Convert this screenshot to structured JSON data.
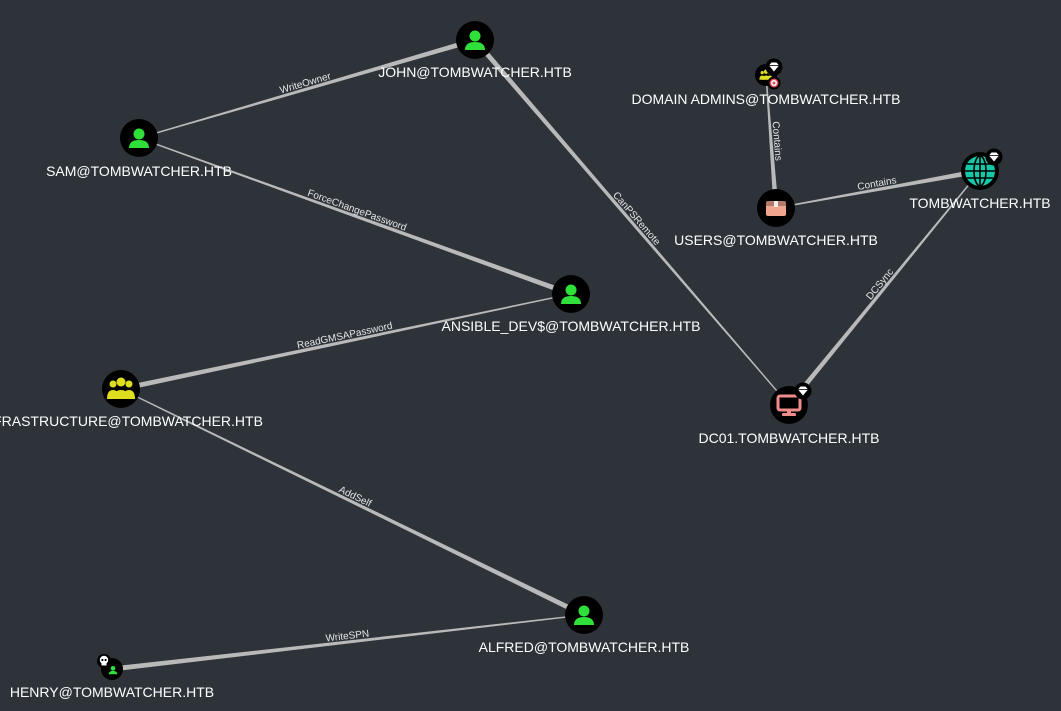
{
  "graph": {
    "background": "#2d3339",
    "colors": {
      "user": "#2fe03a",
      "group": "#dede1f",
      "ou": "#f0a58e",
      "computer": "#f08c8c",
      "domain": "#14c8a8",
      "edge": "#b9b9b9"
    },
    "nodes": [
      {
        "id": "john",
        "label": "JOHN@TOMBWATCHER.HTB",
        "type": "user",
        "icon": "user-icon"
      },
      {
        "id": "sam",
        "label": "SAM@TOMBWATCHER.HTB",
        "type": "user",
        "icon": "user-icon"
      },
      {
        "id": "ansible",
        "label": "ANSIBLE_DEV$@TOMBWATCHER.HTB",
        "type": "user",
        "icon": "user-icon"
      },
      {
        "id": "infra",
        "label": "INFRASTRUCTURE@TOMBWATCHER.HTB",
        "type": "group",
        "icon": "group-icon"
      },
      {
        "id": "alfred",
        "label": "ALFRED@TOMBWATCHER.HTB",
        "type": "user",
        "icon": "user-icon"
      },
      {
        "id": "henry",
        "label": "HENRY@TOMBWATCHER.HTB",
        "type": "user-owned",
        "icon": "user-icon",
        "badge": "skull-icon"
      },
      {
        "id": "domainadmins",
        "label": "DOMAIN ADMINS@TOMBWATCHER.HTB",
        "type": "group-highvalue",
        "icon": "group-icon",
        "badge": "diamond-icon",
        "badge2": "target-icon"
      },
      {
        "id": "users",
        "label": "USERS@TOMBWATCHER.HTB",
        "type": "ou",
        "icon": "box-icon"
      },
      {
        "id": "tombwatcher",
        "label": "TOMBWATCHER.HTB",
        "type": "domain",
        "icon": "globe-icon",
        "badge": "diamond-icon"
      },
      {
        "id": "dc01",
        "label": "DC01.TOMBWATCHER.HTB",
        "type": "computer",
        "icon": "monitor-icon",
        "badge": "diamond-icon"
      }
    ],
    "edges": [
      {
        "from": "sam",
        "to": "john",
        "label": "WriteOwner"
      },
      {
        "from": "sam",
        "to": "ansible",
        "label": "ForceChangePassword"
      },
      {
        "from": "john",
        "to": "dc01",
        "label": "CanPSRemote"
      },
      {
        "from": "infra",
        "to": "ansible",
        "label": "ReadGMSAPassword"
      },
      {
        "from": "infra",
        "to": "alfred",
        "label": "AddSelf"
      },
      {
        "from": "henry",
        "to": "alfred",
        "label": "WriteSPN"
      },
      {
        "from": "domainadmins",
        "to": "users",
        "label": "Contains"
      },
      {
        "from": "users",
        "to": "tombwatcher",
        "label": "Contains"
      },
      {
        "from": "dc01",
        "to": "tombwatcher",
        "label": "DCSync"
      }
    ]
  }
}
